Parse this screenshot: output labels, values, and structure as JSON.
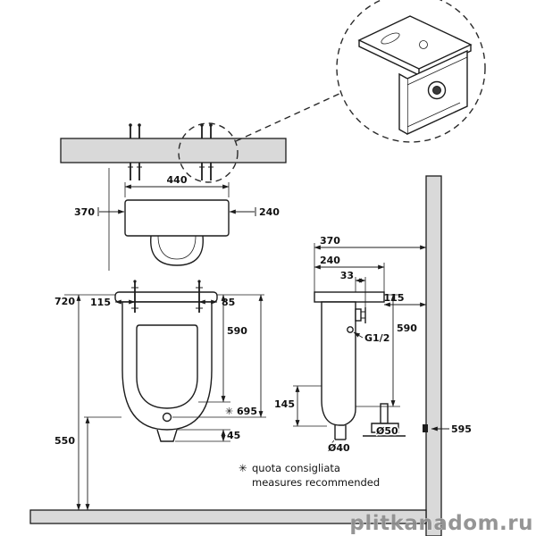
{
  "labels": {
    "top_width": "440",
    "top_depth_left": "370",
    "top_depth_right": "240",
    "front_total_height": "720",
    "front_left_offset": "115",
    "front_right_offset": "85",
    "front_rim_drop": "590",
    "front_drain_height": "✳ 695",
    "front_outlet_height": "45",
    "front_trap_height": "550",
    "side_depth_total": "370",
    "side_depth_body": "240",
    "side_bracket_offset": "33",
    "side_wall_offset": "115",
    "side_height": "590",
    "side_trap_height": "145",
    "inlet_thread": "G1/2",
    "drain_diameter": "Ø40",
    "floor_outlet_diameter": "Ø50",
    "wall_outlet_height": "595"
  },
  "note": {
    "symbol": "✳",
    "line1": "quota consigliata",
    "line2": "measures recommended"
  },
  "watermark": "plitkanadom.ru",
  "colors": {
    "line": "#1c1c1c",
    "wall_fill": "#d9d9d9",
    "watermark": "#8d8d8d"
  }
}
